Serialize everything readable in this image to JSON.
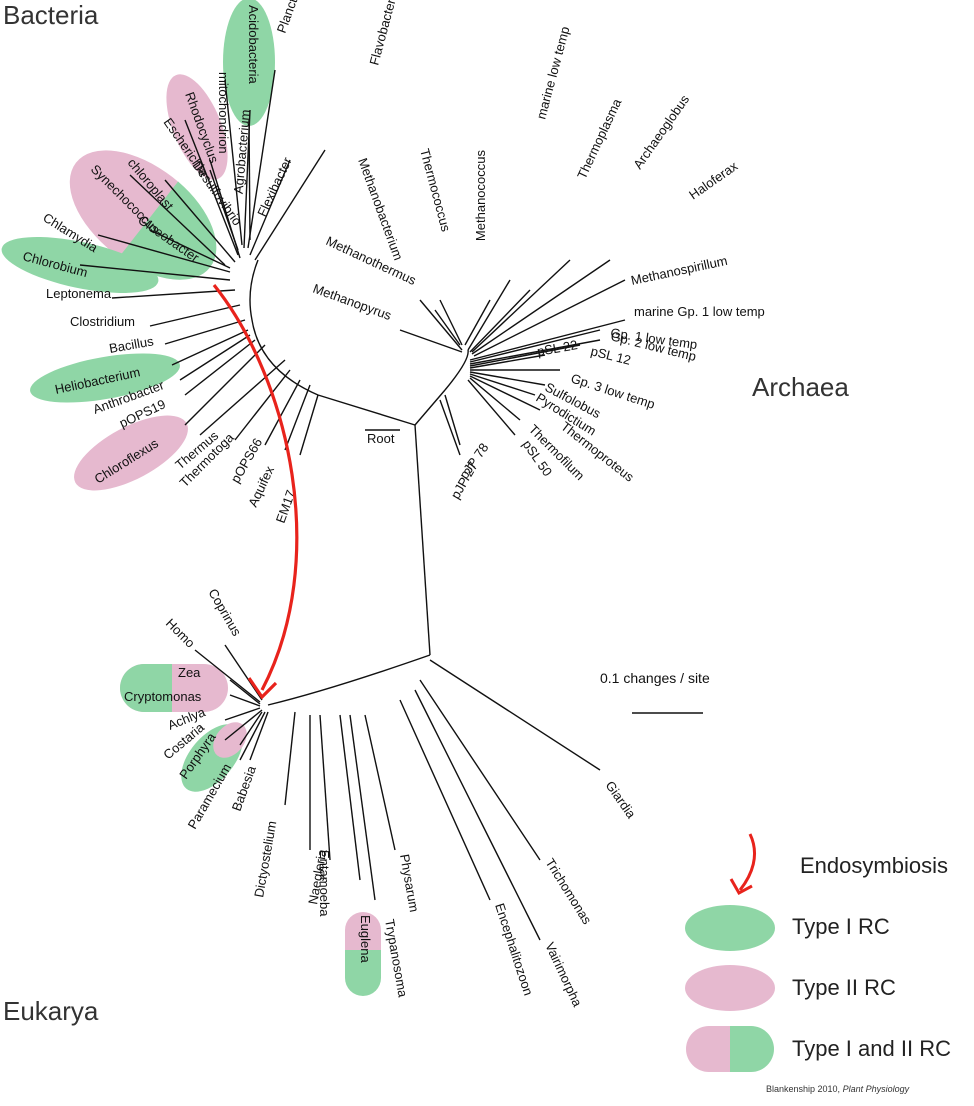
{
  "domains": {
    "bacteria": "Bacteria",
    "archaea": "Archaea",
    "eukarya": "Eukarya"
  },
  "root_label": "Root",
  "scale_bar": {
    "label": "0.1 changes / site"
  },
  "legend": {
    "endosymbiosis": "Endosymbiosis",
    "type1": "Type I RC",
    "type2": "Type II RC",
    "type12": "Type I and II RC"
  },
  "credit": {
    "author": "Blankenship 2010, ",
    "journal": "Plant Physiology"
  },
  "colors": {
    "type1": "#8fd6a6",
    "type2": "#e6b9cf",
    "arrow": "#e8231c",
    "branch": "#111111"
  },
  "taxa": [
    {
      "name": "Acidobacteria",
      "rc": "type1"
    },
    {
      "name": "mitochondrion",
      "rc": ""
    },
    {
      "name": "Planctomyces",
      "rc": ""
    },
    {
      "name": "Rhodocyclus",
      "rc": "type2"
    },
    {
      "name": "Agrobacterium",
      "rc": ""
    },
    {
      "name": "Flexibacter",
      "rc": ""
    },
    {
      "name": "Flavobacterium",
      "rc": ""
    },
    {
      "name": "Escherichia",
      "rc": ""
    },
    {
      "name": "Desulfovibrio",
      "rc": ""
    },
    {
      "name": "chloroplast",
      "rc": "type12"
    },
    {
      "name": "Synechococcus",
      "rc": "type12"
    },
    {
      "name": "Gloeobacter",
      "rc": "type12"
    },
    {
      "name": "Chlamydia",
      "rc": ""
    },
    {
      "name": "Chlorobium",
      "rc": "type1"
    },
    {
      "name": "Leptonema",
      "rc": ""
    },
    {
      "name": "Clostridium",
      "rc": ""
    },
    {
      "name": "Bacillus",
      "rc": ""
    },
    {
      "name": "Heliobacterium",
      "rc": "type1"
    },
    {
      "name": "Anthrobacter",
      "rc": ""
    },
    {
      "name": "pOPS19",
      "rc": ""
    },
    {
      "name": "Chloroflexus",
      "rc": "type2"
    },
    {
      "name": "Thermus",
      "rc": ""
    },
    {
      "name": "Thermotoga",
      "rc": ""
    },
    {
      "name": "pOPS66",
      "rc": ""
    },
    {
      "name": "Aquifex",
      "rc": ""
    },
    {
      "name": "EM17",
      "rc": ""
    },
    {
      "name": "Methanobacterium",
      "rc": ""
    },
    {
      "name": "Thermococcus",
      "rc": ""
    },
    {
      "name": "Methanococcus",
      "rc": ""
    },
    {
      "name": "marine low temp",
      "rc": ""
    },
    {
      "name": "Thermoplasma",
      "rc": ""
    },
    {
      "name": "Archaeoglobus",
      "rc": ""
    },
    {
      "name": "Haloferax",
      "rc": ""
    },
    {
      "name": "Methanospirillum",
      "rc": ""
    },
    {
      "name": "Methanothermus",
      "rc": ""
    },
    {
      "name": "Methanopyrus",
      "rc": ""
    },
    {
      "name": "marine Gp. 1 low temp",
      "rc": ""
    },
    {
      "name": "Gp. 1 low temp",
      "rc": ""
    },
    {
      "name": "Gp. 2 low temp",
      "rc": ""
    },
    {
      "name": "pSL 12",
      "rc": ""
    },
    {
      "name": "pSL 22",
      "rc": ""
    },
    {
      "name": "Gp. 3 low temp",
      "rc": ""
    },
    {
      "name": "Sulfolobus",
      "rc": ""
    },
    {
      "name": "Pyrodictium",
      "rc": ""
    },
    {
      "name": "Thermoproteus",
      "rc": ""
    },
    {
      "name": "Thermofilum",
      "rc": ""
    },
    {
      "name": "pSL 50",
      "rc": ""
    },
    {
      "name": "pJP 78",
      "rc": ""
    },
    {
      "name": "pJP 27",
      "rc": ""
    },
    {
      "name": "Coprinus",
      "rc": ""
    },
    {
      "name": "Homo",
      "rc": ""
    },
    {
      "name": "Zea",
      "rc": "type12"
    },
    {
      "name": "Cryptomonas",
      "rc": "type12"
    },
    {
      "name": "Achlya",
      "rc": ""
    },
    {
      "name": "Costaria",
      "rc": ""
    },
    {
      "name": "Porphyra",
      "rc": "type12"
    },
    {
      "name": "Paramecium",
      "rc": ""
    },
    {
      "name": "Babesia",
      "rc": ""
    },
    {
      "name": "Dictyostelium",
      "rc": ""
    },
    {
      "name": "Entamoeba",
      "rc": ""
    },
    {
      "name": "Naegleria",
      "rc": ""
    },
    {
      "name": "Euglena",
      "rc": "type12"
    },
    {
      "name": "Trypanosoma",
      "rc": ""
    },
    {
      "name": "Physarum",
      "rc": ""
    },
    {
      "name": "Encephalitozoon",
      "rc": ""
    },
    {
      "name": "Vairimorpha",
      "rc": ""
    },
    {
      "name": "Trichomonas",
      "rc": ""
    },
    {
      "name": "Giardia",
      "rc": ""
    }
  ]
}
